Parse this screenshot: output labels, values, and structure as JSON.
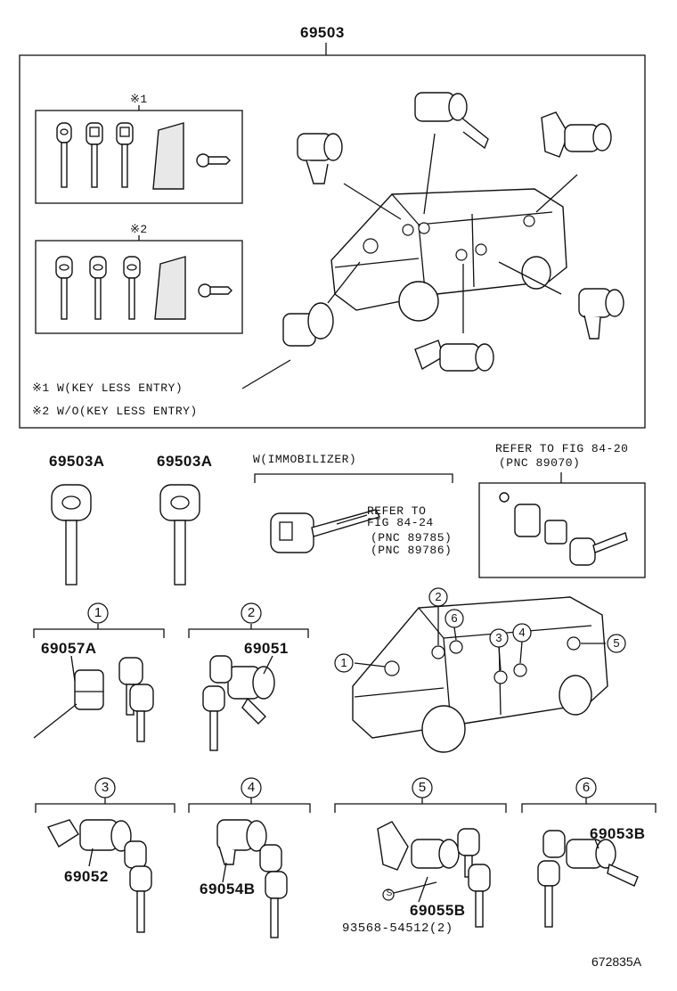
{
  "top": {
    "assembly_part": "69503",
    "group1_mark": "※1",
    "group2_mark": "※2",
    "note1": "※1 W(KEY LESS ENTRY)",
    "note2": "※2 W/O(KEY LESS ENTRY)"
  },
  "keys": {
    "key_a_left": "69503A",
    "key_a_right": "69503A",
    "immobilizer_header": "W(IMMOBILIZER)",
    "immob_refer_line1": "REFER TO",
    "immob_refer_line2": "FIG 84-24",
    "immob_pnc1": "(PNC 89785)",
    "immob_pnc2": "(PNC 89786)",
    "remote_refer": "REFER TO FIG 84-20",
    "remote_pnc": "(PNC 89070)"
  },
  "locks": [
    {
      "index": "1",
      "part": "69057A"
    },
    {
      "index": "2",
      "part": "69051"
    },
    {
      "index": "3",
      "part": "69052"
    },
    {
      "index": "4",
      "part": "69054B"
    },
    {
      "index": "5",
      "part": "69055B",
      "sub_part": "93568-54512(2)",
      "sub_mark": "S"
    },
    {
      "index": "6",
      "part": "69053B"
    }
  ],
  "van_callouts": [
    "1",
    "2",
    "3",
    "4",
    "5",
    "6"
  ],
  "figure_id": "672835A"
}
